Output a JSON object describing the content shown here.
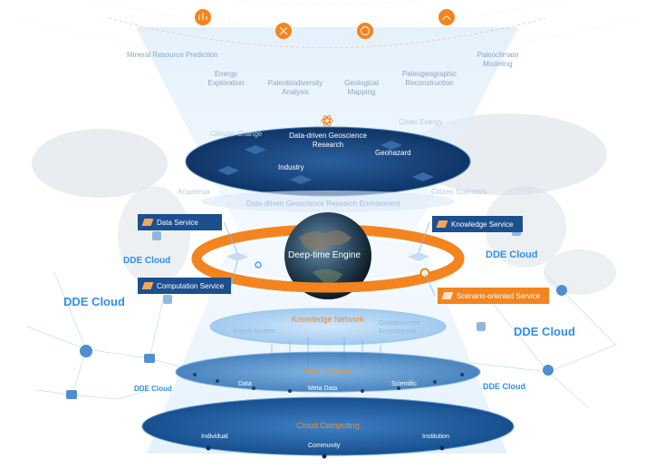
{
  "applications": [
    {
      "label": "Mineral Resource Prediction"
    },
    {
      "label": "Energy Exploration"
    },
    {
      "label": "Paleobiodiversity Analysis"
    },
    {
      "label": "Geological Mapping"
    },
    {
      "label": "Paleogeographic Reconstruction"
    },
    {
      "label": "Paleoclimate Modeling"
    }
  ],
  "research": {
    "title": "Data-driven Geoscience Research",
    "industry": "Industry",
    "geohazard": "Geohazard",
    "climate_change": "Climate Change",
    "clean_energy": "Clean Energy",
    "academia": "Academia",
    "citizen_scientists": "Citizen Scientists",
    "environment": "Data-driven Geoscience Research Environment"
  },
  "services": {
    "data": "Data Service",
    "knowledge": "Knowledge Service",
    "computation": "Computation Service",
    "scenario": "Scenario-oriented Service"
  },
  "engine": "Deep-time Engine",
  "dde_cloud": "DDE Cloud",
  "layers": {
    "knowledge_network": "Knowledge Network",
    "expert_system": "Expert System",
    "crowdsourced": "Crowdsourced Encyclopedia",
    "data_network": "Data Network",
    "data": "Data",
    "meta_data": "Meta Data",
    "scientific": "Scientific",
    "cloud_computing": "Cloud Computing",
    "individual": "Individual",
    "community": "Community",
    "institution": "Institution"
  },
  "colors": {
    "accent_orange": "#f3841f",
    "navy": "#1c4f8f",
    "cloud_blue": "#2f8fe8"
  },
  "icons": [
    "research-icon",
    "dna-icon",
    "globe-icon",
    "paleontology-icon",
    "tree-icon",
    "atom-icon"
  ]
}
